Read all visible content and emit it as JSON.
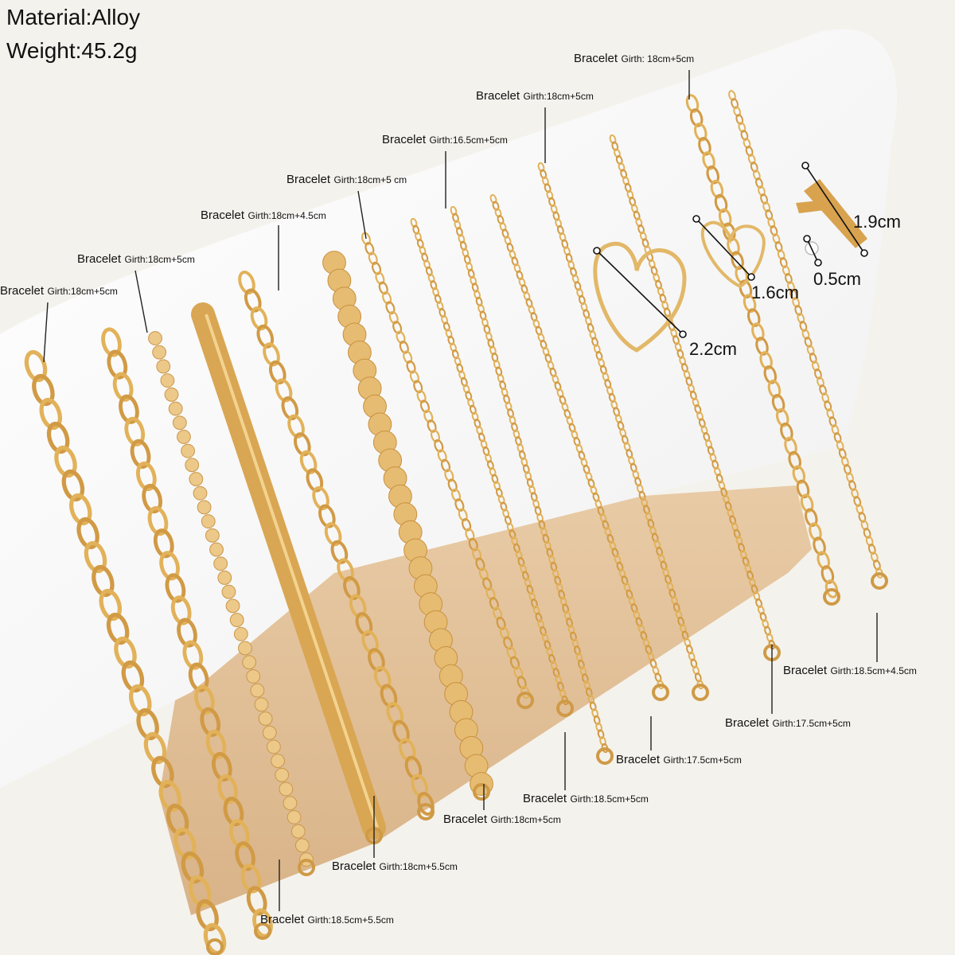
{
  "product": {
    "material": "Material:Alloy",
    "weight": "Weight:45.2g"
  },
  "labels": [
    {
      "word": "Bracelet",
      "detail": "Girth:18cm+5cm"
    },
    {
      "word": "Bracelet",
      "detail": "Girth:18cm+5cm"
    },
    {
      "word": "Bracelet",
      "detail": "Girth:18.5cm+5.5cm"
    },
    {
      "word": "Bracelet",
      "detail": "Girth:18cm+4.5cm"
    },
    {
      "word": "Bracelet",
      "detail": "Girth:18cm+5.5cm"
    },
    {
      "word": "Bracelet",
      "detail": "Girth:18cm+5 cm"
    },
    {
      "word": "Bracelet",
      "detail": "Girth:18cm+5cm"
    },
    {
      "word": "Bracelet",
      "detail": "Girth:16.5cm+5cm"
    },
    {
      "word": "Bracelet",
      "detail": "Girth:18.5cm+5cm"
    },
    {
      "word": "Bracelet",
      "detail": "Girth:18cm+5cm"
    },
    {
      "word": "Bracelet",
      "detail": "Girth:17.5cm+5cm"
    },
    {
      "word": "Bracelet",
      "detail": "Girth: 18cm+5cm"
    },
    {
      "word": "Bracelet",
      "detail": "Girth:17.5cm+5cm"
    },
    {
      "word": "Bracelet",
      "detail": "Girth:18.5cm+4.5cm"
    }
  ],
  "dimensions": {
    "heart_large": "2.2cm",
    "heart_small": "1.6cm",
    "cross": "1.9cm",
    "stone": "0.5cm"
  },
  "colors": {
    "background": "#f4f2ec",
    "display_stand": "#ffffff",
    "wood_block": "#e4c5a1",
    "gold": "#e2b25a"
  }
}
